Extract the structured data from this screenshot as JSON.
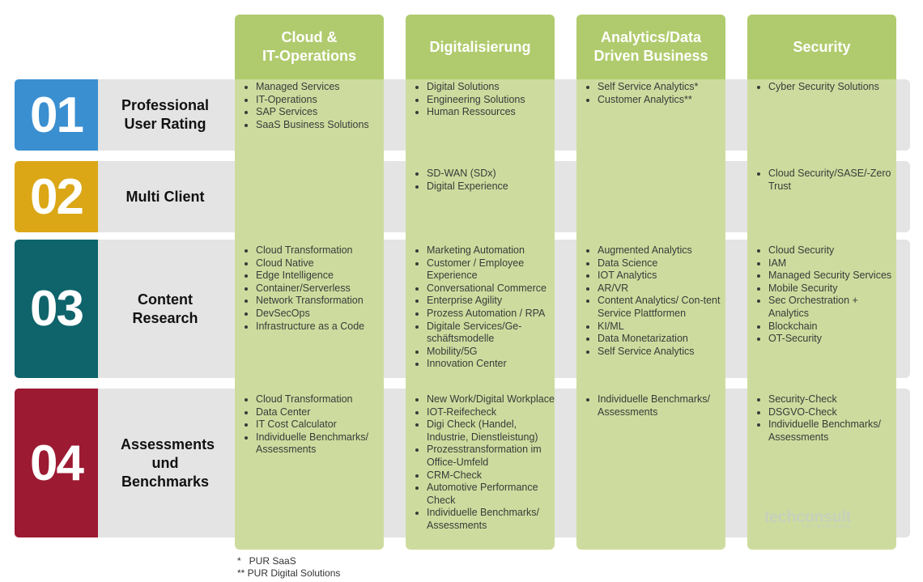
{
  "columns": [
    {
      "title": "Cloud &\nIT-Operations"
    },
    {
      "title": "Digitalisierung"
    },
    {
      "title": "Analytics/Data\nDriven Business"
    },
    {
      "title": "Security"
    }
  ],
  "rows": [
    {
      "number": "01",
      "label": "Professional User Rating",
      "color": "#3a8fd0"
    },
    {
      "number": "02",
      "label": "Multi Client",
      "color": "#dba717"
    },
    {
      "number": "03",
      "label": "Content Research",
      "color": "#0f646b"
    },
    {
      "number": "04",
      "label": "Assessments und Benchmarks",
      "color": "#9c1a32"
    }
  ],
  "cells": [
    [
      [
        "Managed Services",
        "IT-Operations",
        "SAP Services",
        "SaaS Business Solutions"
      ],
      [
        "Digital Solutions",
        "Engineering Solutions",
        "Human Ressources"
      ],
      [
        "Self Service Analytics*",
        "Customer Analytics**"
      ],
      [
        "Cyber Security Solutions"
      ]
    ],
    [
      [],
      [
        "SD-WAN (SDx)",
        "Digital Experience"
      ],
      [],
      [
        "Cloud Security/SASE/-Zero Trust"
      ]
    ],
    [
      [
        "Cloud Transformation",
        "Cloud Native",
        "Edge Intelligence",
        "Container/Serverless",
        "Network Transformation",
        "DevSecOps",
        "Infrastructure as a Code"
      ],
      [
        "Marketing Automation",
        "Customer / Employee Experience",
        "Conversational Commerce",
        "Enterprise Agility",
        "Prozess Automation / RPA",
        "Digitale Services/Ge-schäftsmodelle",
        "Mobility/5G",
        "Innovation Center"
      ],
      [
        "Augmented Analytics",
        "Data Science",
        "IOT Analytics",
        "AR/VR",
        "Content Analytics/ Con-tent Service Plattformen",
        "KI/ML",
        "Data Monetarization",
        "Self Service Analytics"
      ],
      [
        "Cloud Security",
        "IAM",
        "Managed Security Services",
        "Mobile Security",
        "Sec Orchestration + Analytics",
        "Blockchain",
        "OT-Security"
      ]
    ],
    [
      [
        "Cloud Transformation",
        "Data Center",
        "IT Cost Calculator",
        "Individuelle Benchmarks/ Assessments"
      ],
      [
        "New Work/Digital Workplace",
        "IOT-Reifecheck",
        "Digi Check (Handel, Industrie, Dienstleistung)",
        "Prozesstransformation im Office-Umfeld",
        "CRM-Check",
        "Automotive Performance Check",
        "Individuelle Benchmarks/ Assessments"
      ],
      [
        "Individuelle Benchmarks/ Assessments"
      ],
      [
        "Security-Check",
        "DSGVO-Check",
        "Individuelle Benchmarks/ Assessments"
      ]
    ]
  ],
  "footnotes": [
    "*   PUR SaaS",
    "** PUR Digital Solutions"
  ],
  "logo": {
    "name": "techconsult",
    "tagline": "The IT-Market Analysts"
  }
}
